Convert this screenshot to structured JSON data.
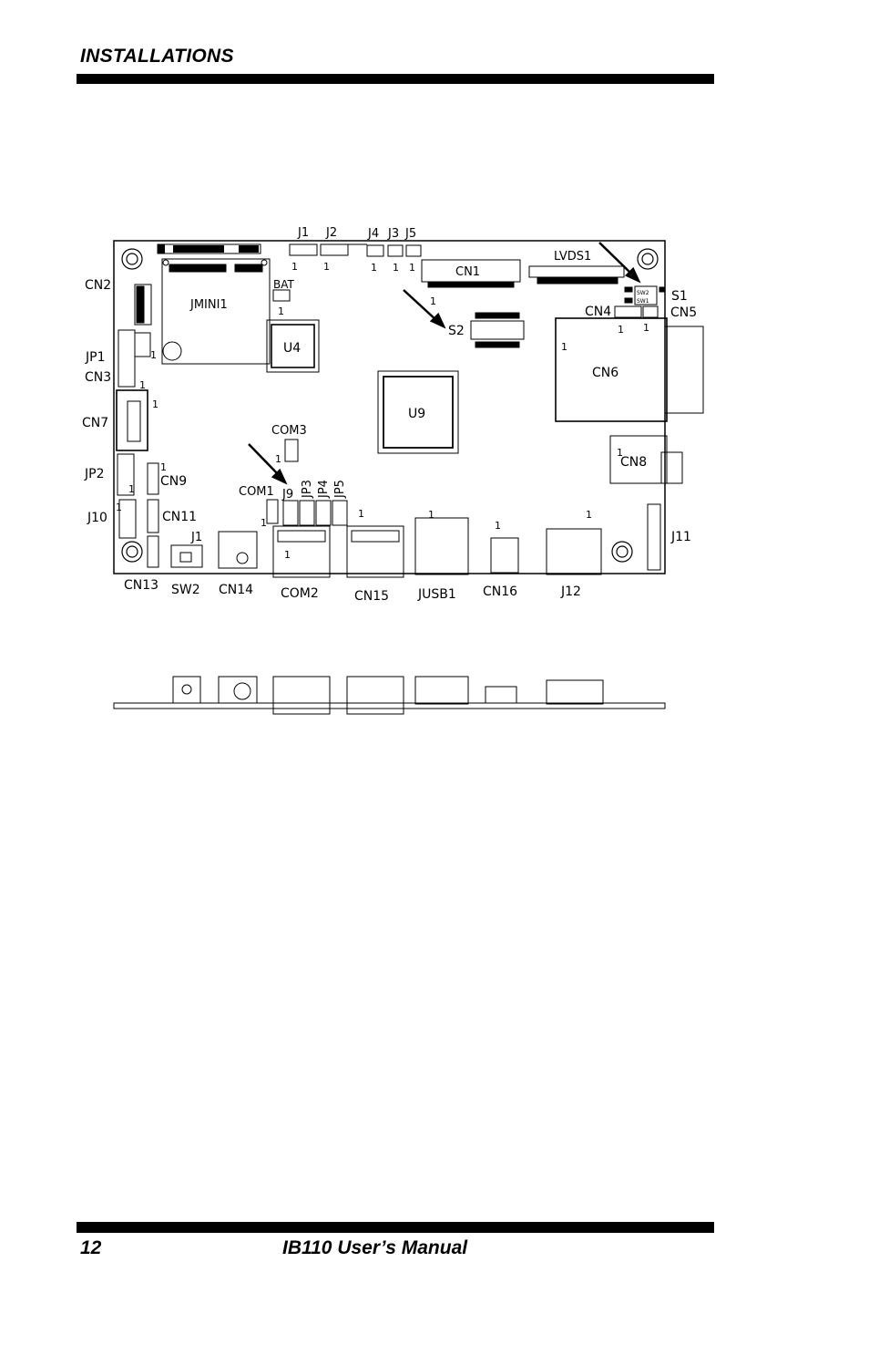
{
  "header": {
    "section_title": "INSTALLATIONS"
  },
  "footer": {
    "page_number": "12",
    "manual_title": "IB110 User’s Manual"
  },
  "board_labels": {
    "J1_top": "J1",
    "J2": "J2",
    "J4": "J4",
    "J3": "J3",
    "J5": "J5",
    "CN1": "CN1",
    "LVDS1": "LVDS1",
    "CN2": "CN2",
    "JMINI1": "JMINI1",
    "BAT": "BAT",
    "U4": "U4",
    "S2": "S2",
    "S1": "S1",
    "CN4": "CN4",
    "CN5": "CN5",
    "JP1": "JP1",
    "CN3": "CN3",
    "CN6": "CN6",
    "U9": "U9",
    "CN7": "CN7",
    "COM3": "COM3",
    "CN8": "CN8",
    "JP2": "JP2",
    "CN9": "CN9",
    "COM1": "COM1",
    "J9": "J9",
    "JP3": "JP3",
    "JP4": "JP4",
    "JP5": "JP5",
    "J10": "J10",
    "CN11": "CN11",
    "J1_bottom": "J1",
    "J11": "J11",
    "CN13": "CN13",
    "SW2": "SW2",
    "CN14": "CN14",
    "COM2": "COM2",
    "CN15": "CN15",
    "JUSB1": "JUSB1",
    "CN16": "CN16",
    "J12": "J12",
    "SW2_switch_top": "SW2",
    "SW1_switch": "SW1"
  },
  "pin1_marker": "1"
}
